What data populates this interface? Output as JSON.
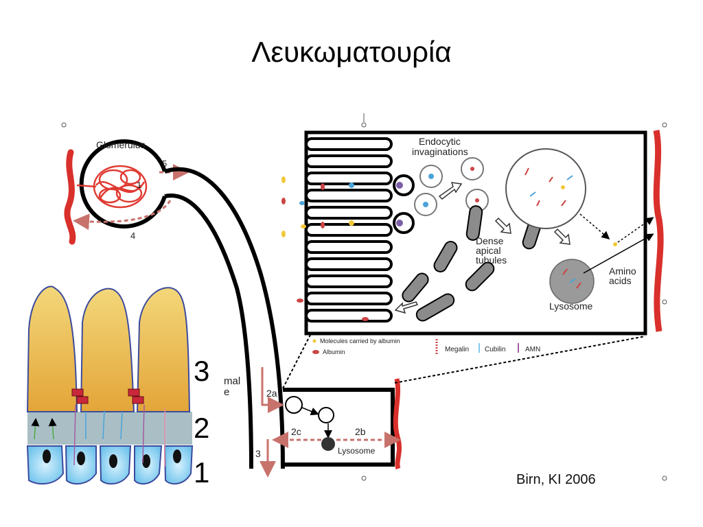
{
  "slide": {
    "title": "Λευκωματουρία"
  },
  "figure": {
    "glomerulus_label": "Glomerulus",
    "path_labels": {
      "p1": "1",
      "p2a": "2a",
      "p2b": "2b",
      "p2c": "2c",
      "p3": "3",
      "p4": "4",
      "p5": "5"
    },
    "tubule_label_fragment": [
      "mal",
      "e"
    ],
    "endocytic_label": [
      "Endocytic",
      "invaginations"
    ],
    "dense_label": [
      "Dense",
      "apical",
      "tubules"
    ],
    "amino_label": [
      "Amino",
      "acids"
    ],
    "lysosome_label": "Lysosome",
    "lysosome_small_label": "Lysosome",
    "legend": {
      "molecules": "Molecules carried by albumin",
      "albumin": "Albumin",
      "megalin": "Megalin",
      "cubilin": "Cubilin",
      "amn": "AMN"
    },
    "citation": "Birn, KI 2006",
    "barrier_layers": [
      "3",
      "2",
      "1"
    ]
  },
  "colors": {
    "capillary_red": "#d9302c",
    "arrow_rose": "#c8726c",
    "podocyte_gold": "#e8b545",
    "gbm_gray": "#a9bfc5",
    "endothelium_blue": "#7fc9ee",
    "tubule_gray": "#8b8b8b"
  }
}
